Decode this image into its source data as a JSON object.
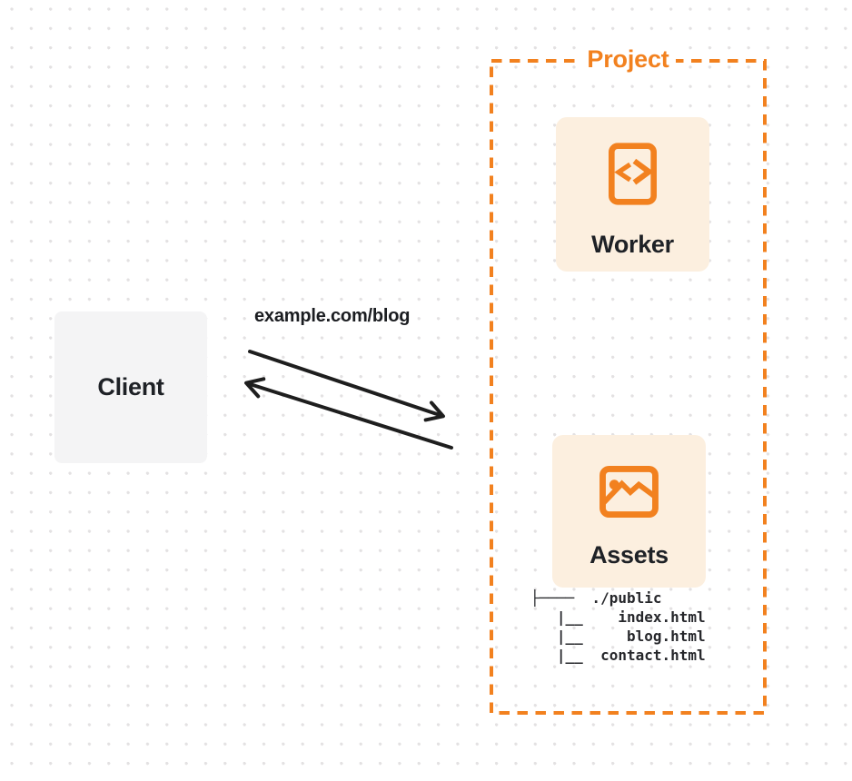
{
  "colors": {
    "accent_orange": "#F2811F",
    "card_background": "#FCEFDF",
    "client_background": "#F4F4F5",
    "ink": "#1E2126",
    "arrow": "#1E1E1E",
    "dot_grid": "#E3E1E2"
  },
  "client": {
    "label": "Client"
  },
  "request": {
    "url_label": "example.com/blog"
  },
  "project": {
    "label": "Project",
    "worker": {
      "label": "Worker",
      "icon": "code-file-icon"
    },
    "assets": {
      "label": "Assets",
      "icon": "image-icon",
      "file_tree": {
        "root": "./public",
        "files": [
          "index.html",
          "blog.html",
          "contact.html"
        ],
        "display_text": "├────  ./public\n   |__    index.html\n   |__     blog.html\n   |__  contact.html"
      }
    }
  }
}
